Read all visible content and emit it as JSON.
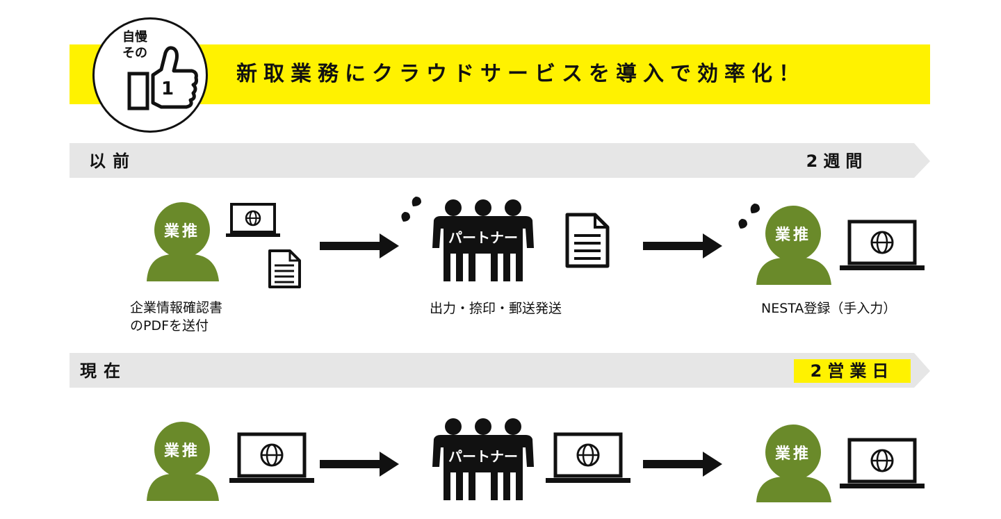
{
  "hero": {
    "title": "新取業務にクラウドサービスを導入で効率化！",
    "badge_line1": "自慢",
    "badge_line2": "その",
    "badge_number": "1",
    "band_color": "#fff200"
  },
  "before": {
    "label": "以前",
    "duration": "2週間",
    "steps": [
      {
        "person_label": "業推",
        "caption_line1": "企業情報確認書",
        "caption_line2": "のPDFを送付"
      },
      {
        "group_label": "パートナー",
        "caption_line1": "出力・捺印・郵送発送"
      },
      {
        "person_label": "業推",
        "caption_line1": "NESTA登録（手入力）"
      }
    ]
  },
  "now": {
    "label": "現在",
    "duration": "2営業日",
    "steps": [
      {
        "person_label": "業推"
      },
      {
        "group_label": "パートナー"
      },
      {
        "person_label": "業推"
      }
    ]
  },
  "colors": {
    "accent_yellow": "#fff200",
    "person_green": "#6a8a2a",
    "bar_gray": "#e6e6e6"
  }
}
